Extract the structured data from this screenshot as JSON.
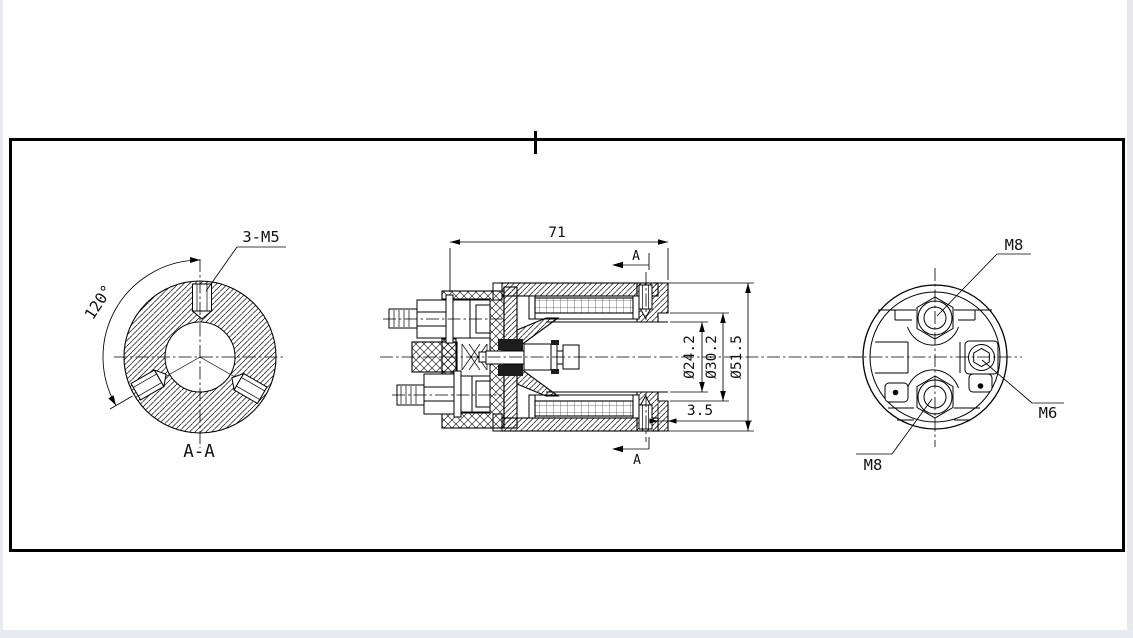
{
  "colors": {
    "ink": "#000000",
    "paper": "#ffffff",
    "viewer_edge": "#e7eaee"
  },
  "views": {
    "section": {
      "title": "A-A",
      "thread_callout": "3-M5",
      "angle": "120°"
    },
    "main": {
      "length": "71",
      "bore_dia": "Ø24.2",
      "recess_dia": "Ø30.2",
      "outer_dia": "Ø51.5",
      "recess_depth": "3.5",
      "cut_label_top": "A",
      "cut_label_bottom": "A"
    },
    "end": {
      "stud_top": "M8",
      "stud_bottom": "M8",
      "screw_side": "M6"
    }
  }
}
